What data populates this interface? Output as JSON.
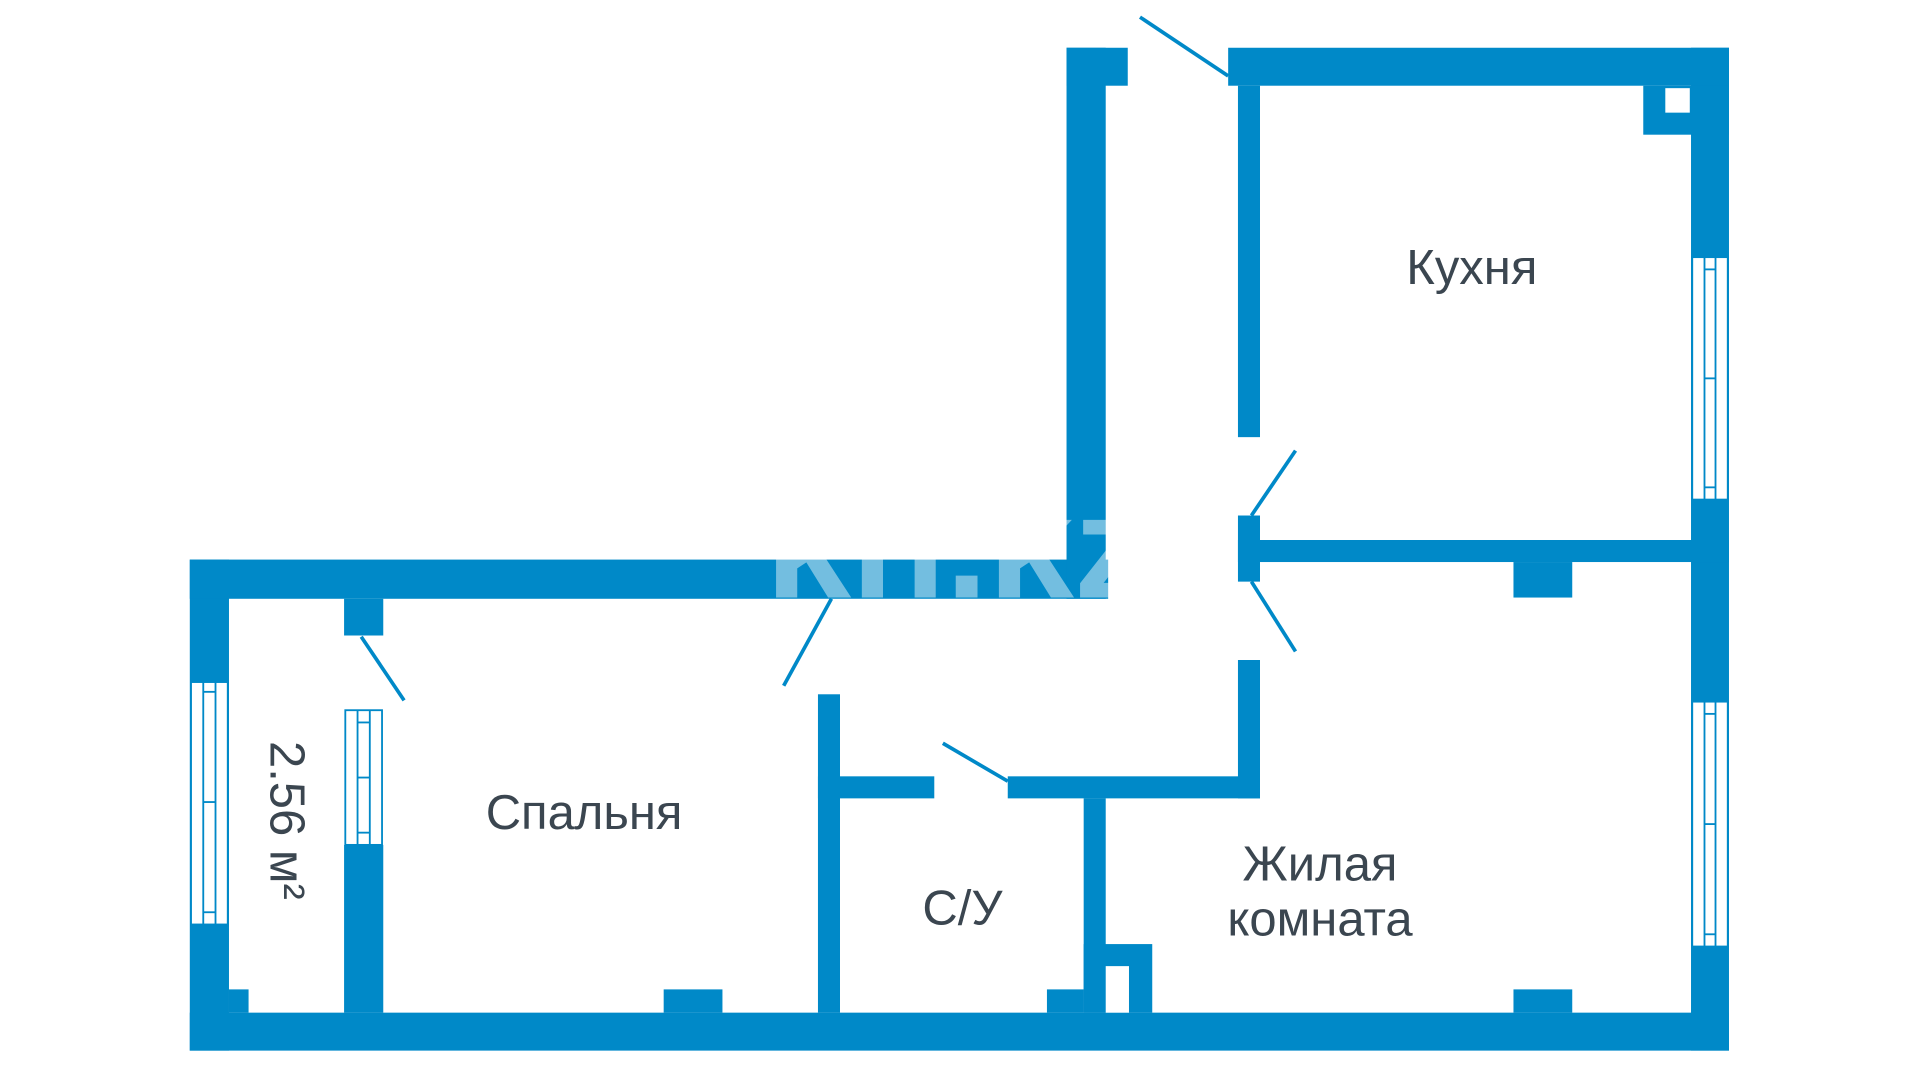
{
  "plan": {
    "wall_color": "#0089C8",
    "text_color": "#3B4650",
    "watermark": "kn.kz",
    "rooms": {
      "kitchen": "Кухня",
      "bedroom": "Спальня",
      "bathroom": "С/У",
      "living_line1": "Жилая",
      "living_line2": "комната",
      "balcony_area": "2.56 м²"
    }
  }
}
